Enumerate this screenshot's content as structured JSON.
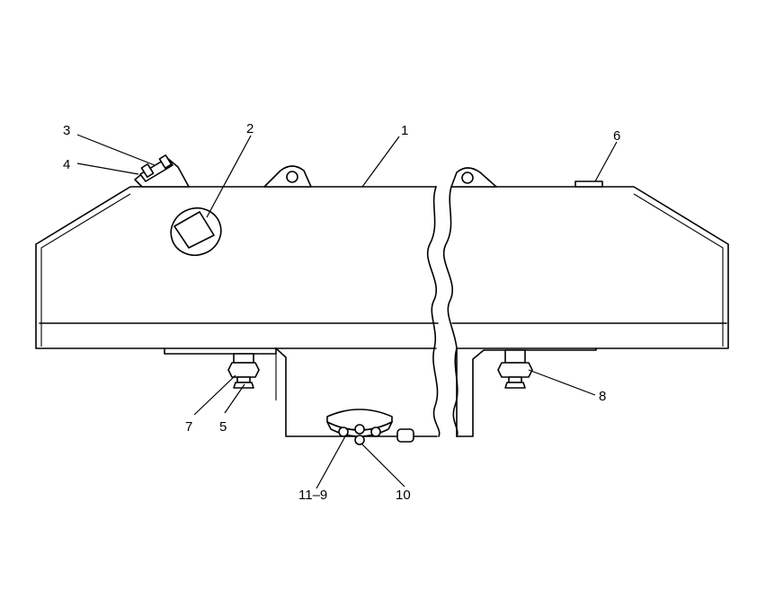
{
  "callouts": [
    {
      "id": "c1",
      "label": "1"
    },
    {
      "id": "c2",
      "label": "2"
    },
    {
      "id": "c3",
      "label": "3"
    },
    {
      "id": "c4",
      "label": "4"
    },
    {
      "id": "c5",
      "label": "5"
    },
    {
      "id": "c6",
      "label": "6"
    },
    {
      "id": "c7",
      "label": "7"
    },
    {
      "id": "c8",
      "label": "8"
    },
    {
      "id": "c9",
      "label": "11–9"
    },
    {
      "id": "c10",
      "label": "10"
    }
  ],
  "colors": {
    "line": "#000000",
    "background": "#ffffff"
  }
}
